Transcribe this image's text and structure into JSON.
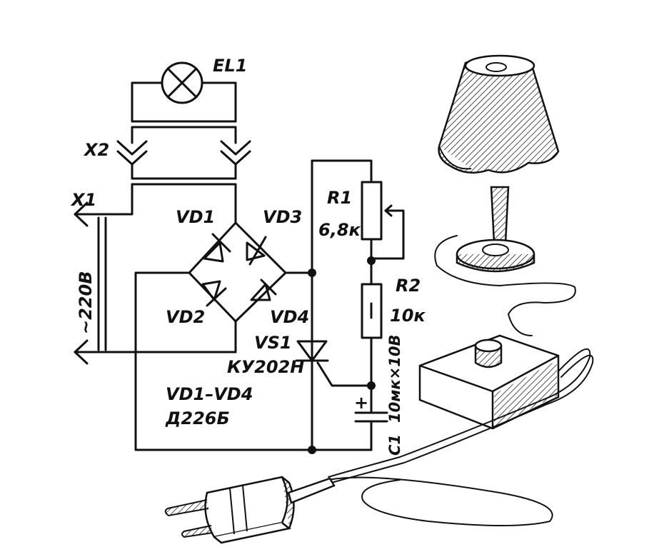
{
  "labels": {
    "lamp": "EL1",
    "plug_x2": "X2",
    "plug_x1": "X1",
    "mains": "~220В",
    "vd1": "VD1",
    "vd2": "VD2",
    "vd3": "VD3",
    "vd4": "VD4",
    "r1_name": "R1",
    "r1_value": "6,8к",
    "r2_name": "R2",
    "r2_value": "10к",
    "thyristor_name": "VS1",
    "thyristor_type": "КУ202Н",
    "diodes_range": "VD1–VD4",
    "diodes_type": "Д226Б",
    "c1_name": "C1",
    "c1_value": "10мк×10В",
    "c1_plus": "+"
  },
  "colors": {
    "ink": "#111111",
    "paper": "#ffffff"
  }
}
